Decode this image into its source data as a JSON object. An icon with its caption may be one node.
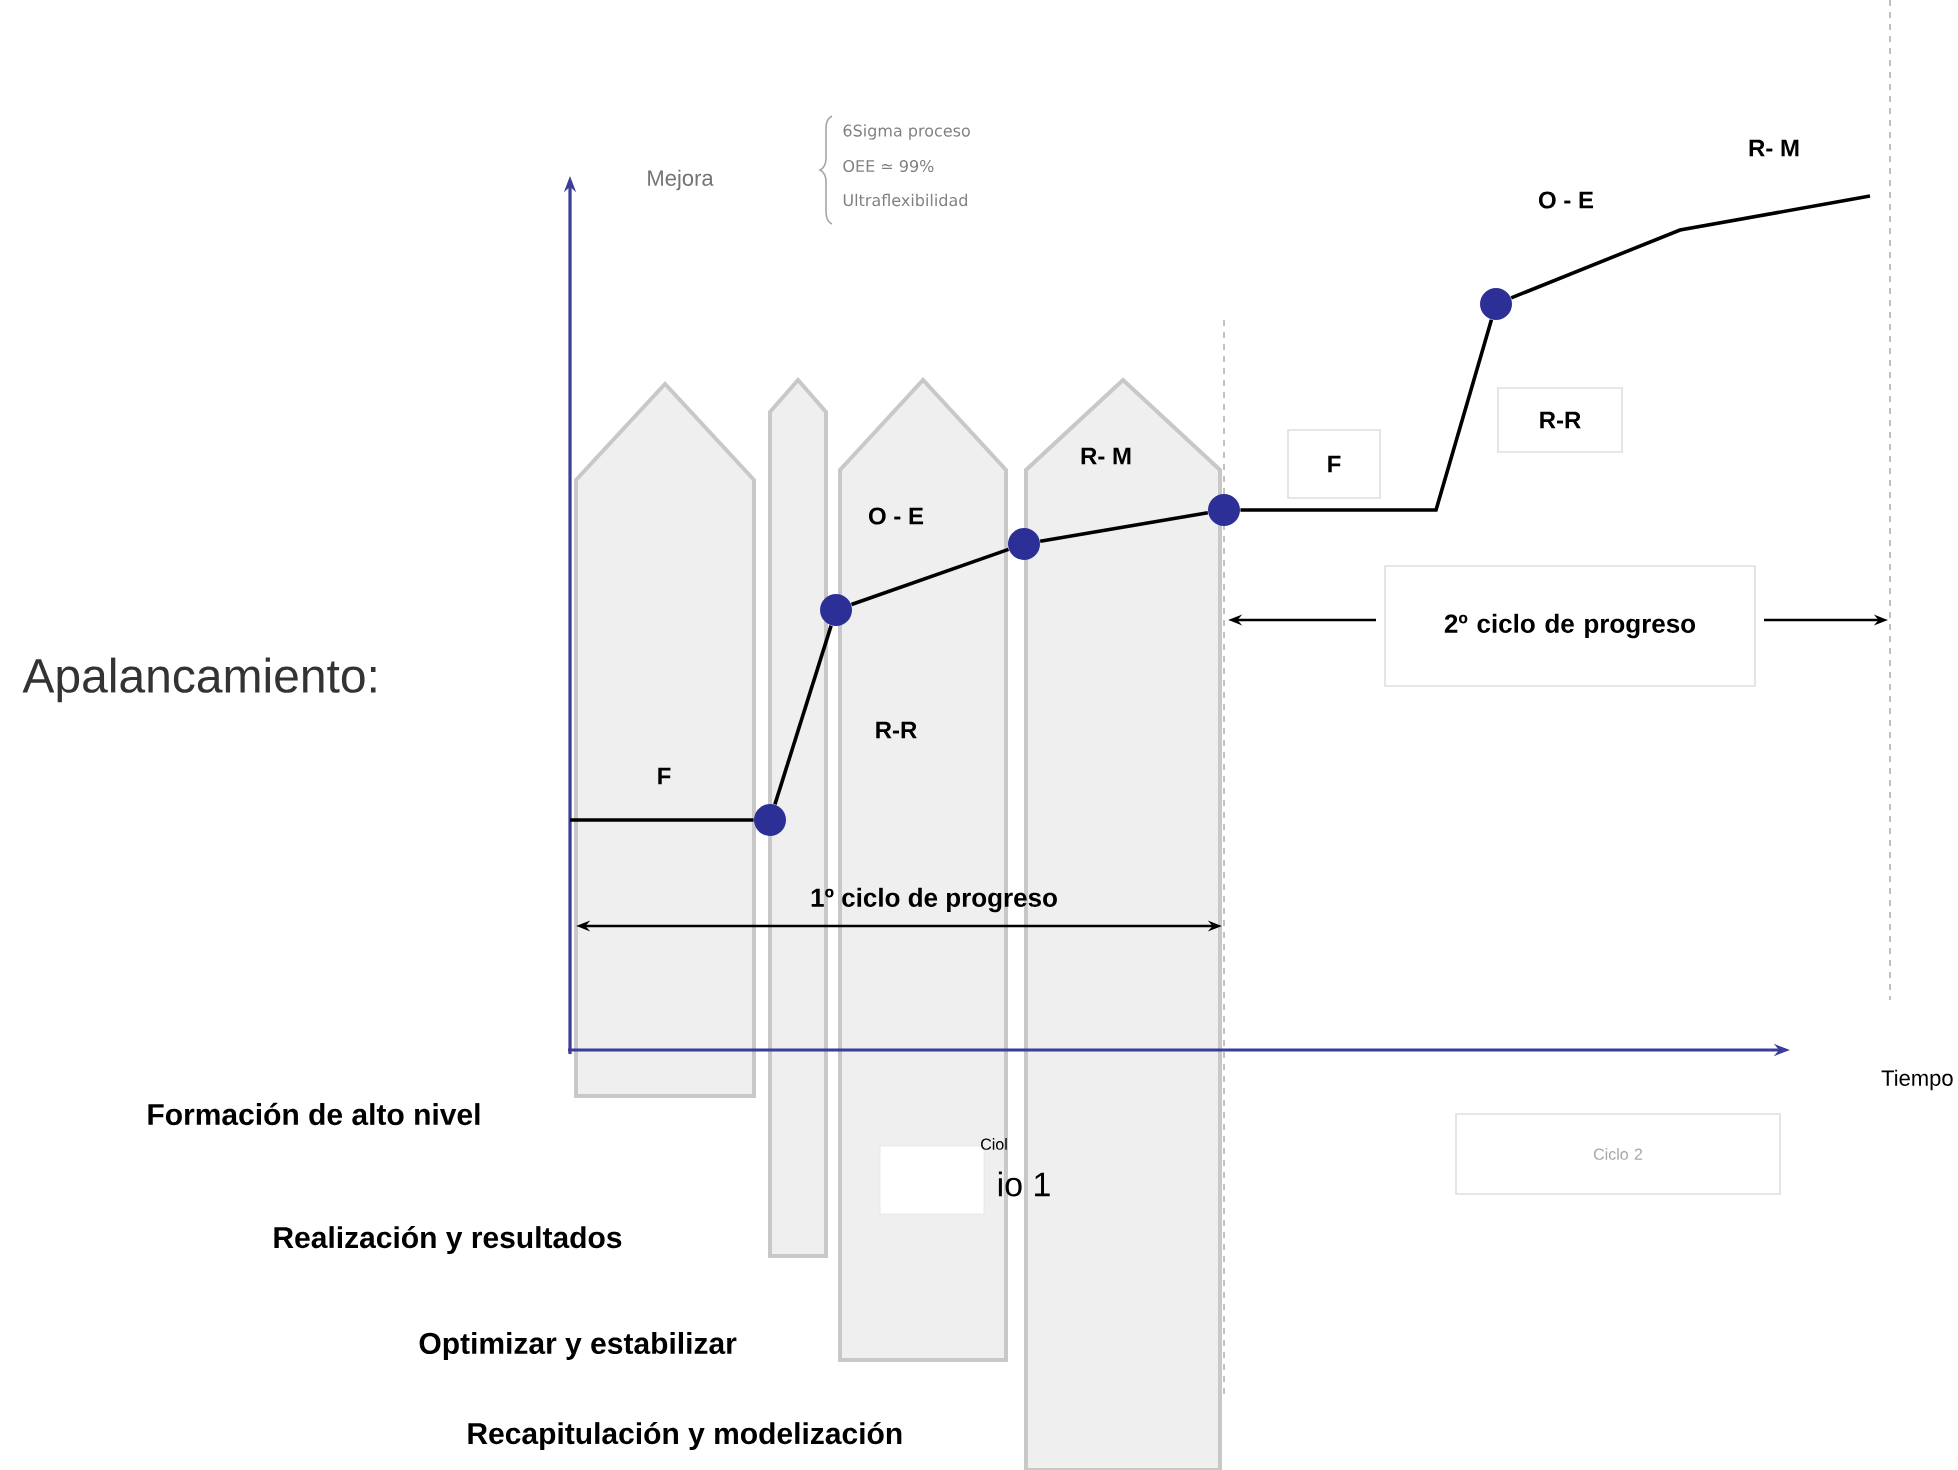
{
  "diagram": {
    "nodes": [
      {
        "text": [],
        "shape": "circle"
      },
      {
        "text": [],
        "shape": "circle"
      },
      {
        "text": [],
        "shape": "circle"
      },
      {
        "text": [],
        "shape": "circle"
      },
      {
        "text": [],
        "shape": "circle"
      },
      {
        "text": [
          "F"
        ]
      },
      {
        "text": [
          "R-R"
        ]
      },
      {
        "text": [
          "2º ciclo de progreso"
        ]
      },
      {
        "text": [
          "Ciclo 2"
        ]
      }
    ],
    "edges": [
      {
        "from": null,
        "to": 0,
        "arrow": "none"
      },
      {
        "from": 0,
        "to": 1,
        "arrow": "none"
      },
      {
        "from": 1,
        "to": 2,
        "arrow": "none"
      },
      {
        "from": 2,
        "to": 3,
        "arrow": "none"
      },
      {
        "from": 3,
        "to": 4,
        "arrow": "none"
      },
      {
        "from": 4,
        "to": null,
        "arrow": "none"
      }
    ],
    "labels": [
      "Mejora",
      "6Sigma proceso",
      "OEE ≃ 99%",
      "Ultraflexibilidad",
      "R- M",
      "O - E",
      "R- M",
      "O - E",
      "Apalancamiento:",
      "R-R",
      "F",
      "1º ciclo de progreso",
      "Tiempo",
      "Formación de alto nivel",
      "Ciol",
      "io 1",
      "Realización y resultados",
      "Optimizar y estabilizar",
      "Recapitulación y modelización"
    ]
  }
}
